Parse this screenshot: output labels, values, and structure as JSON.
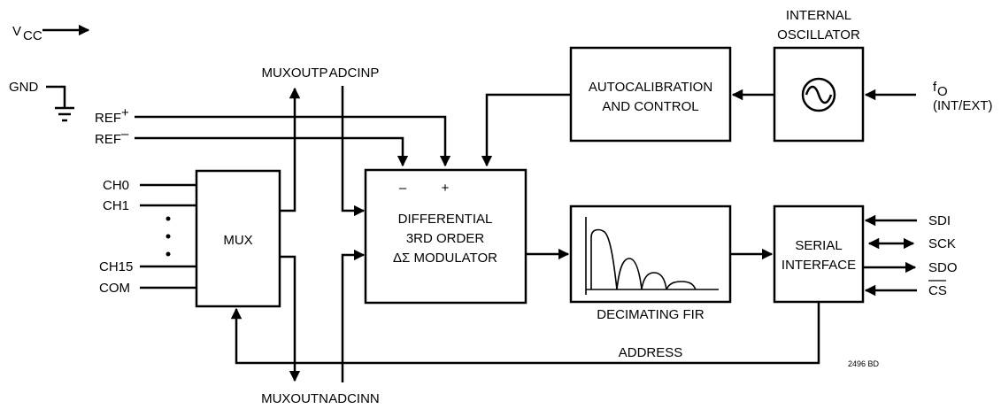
{
  "power": {
    "vcc_label": "V",
    "vcc_sub": "CC",
    "gnd_label": "GND"
  },
  "inputs": {
    "ref_plus": "REF",
    "ref_plus_sup": "+",
    "ref_minus": "REF",
    "ref_minus_sup": "–",
    "ch0": "CH0",
    "ch1": "CH1",
    "ch15": "CH15",
    "com": "COM"
  },
  "pins": {
    "muxoutp": "MUXOUTP",
    "adcinp": "ADCINP",
    "muxoutn": "MUXOUTN",
    "adcinn": "ADCINN",
    "address": "ADDRESS",
    "f0_label": "f",
    "f0_sub": "O",
    "f0_note": "(INT/EXT)",
    "sdi": "SDI",
    "sck": "SCK",
    "sdo": "SDO",
    "cs": "CS"
  },
  "blocks": {
    "mux": "MUX",
    "modulator_line1": "DIFFERENTIAL",
    "modulator_line2": "3RD ORDER",
    "modulator_line3": "ΔΣ MODULATOR",
    "modulator_minus": "–",
    "modulator_plus": "+",
    "autocal_line1": "AUTOCALIBRATION",
    "autocal_line2": "AND CONTROL",
    "osc_title_line1": "INTERNAL",
    "osc_title_line2": "OSCILLATOR",
    "fir_label": "DECIMATING FIR",
    "serial_line1": "SERIAL",
    "serial_line2": "INTERFACE"
  },
  "figure_id": "2496 BD"
}
